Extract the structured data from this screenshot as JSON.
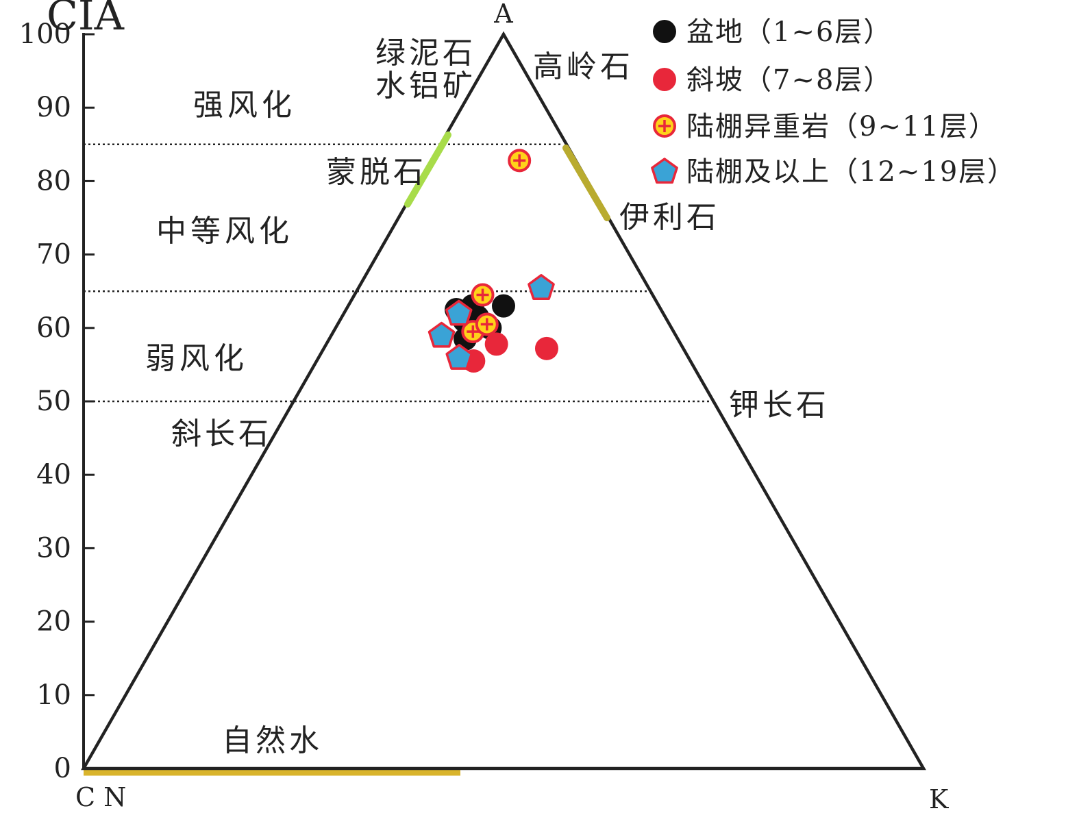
{
  "chart_data": {
    "type": "scatter",
    "subtype": "ternary-A-CN-K",
    "y_axis": {
      "title": "CIA",
      "ylim": [
        0,
        100
      ],
      "ticks": [
        0,
        10,
        20,
        30,
        40,
        50,
        60,
        70,
        80,
        90,
        100
      ]
    },
    "vertices": {
      "top": "A",
      "left": "C N",
      "right": "K"
    },
    "weathering_zones": [
      {
        "label": "强风化",
        "from": 85,
        "to": 100
      },
      {
        "label": "中等风化",
        "from": 65,
        "to": 85
      },
      {
        "label": "弱风化",
        "from": 50,
        "to": 65
      }
    ],
    "boundary_lines": [
      85,
      65,
      50
    ],
    "mineral_labels": [
      {
        "id": "chlorite",
        "text": "绿泥石"
      },
      {
        "id": "gibbsite",
        "text": "水铝矿"
      },
      {
        "id": "kaolinite",
        "text": "高岭石"
      },
      {
        "id": "montmorillonite",
        "text": "蒙脱石"
      },
      {
        "id": "illite",
        "text": "伊利石"
      },
      {
        "id": "k-feldspar",
        "text": "钾长石"
      },
      {
        "id": "plagioclase",
        "text": "斜长石"
      },
      {
        "id": "natural-water",
        "text": "自然水"
      }
    ],
    "series": [
      {
        "name": "盆地（1~6层）",
        "marker": "circle",
        "color": "#111111",
        "points": [
          {
            "k_frac": 0.35,
            "cia": 62.5
          },
          {
            "k_frac": 0.4,
            "cia": 63.0
          },
          {
            "k_frac": 0.38,
            "cia": 61.0
          },
          {
            "k_frac": 0.42,
            "cia": 61.5
          },
          {
            "k_frac": 0.39,
            "cia": 58.5
          },
          {
            "k_frac": 0.46,
            "cia": 60.0
          },
          {
            "k_frac": 0.5,
            "cia": 63.0
          }
        ]
      },
      {
        "name": "斜坡（7~8层）",
        "marker": "circle",
        "color": "#e8273a",
        "points": [
          {
            "k_frac": 0.48,
            "cia": 57.8
          },
          {
            "k_frac": 0.42,
            "cia": 55.5
          },
          {
            "k_frac": 0.62,
            "cia": 57.2
          }
        ]
      },
      {
        "name": "陆棚异重岩（9~11层）",
        "marker": "circle-plus",
        "color": "#ffd21a",
        "stroke": "#e8273a",
        "points": [
          {
            "k_frac": 0.61,
            "cia": 82.8
          },
          {
            "k_frac": 0.43,
            "cia": 64.5
          },
          {
            "k_frac": 0.41,
            "cia": 59.5
          },
          {
            "k_frac": 0.45,
            "cia": 60.5
          }
        ]
      },
      {
        "name": "陆棚及以上（12~19层）",
        "marker": "pentagon",
        "color": "#3aa3d6",
        "stroke": "#e8273a",
        "points": [
          {
            "k_frac": 0.36,
            "cia": 62.0
          },
          {
            "k_frac": 0.32,
            "cia": 59.0
          },
          {
            "k_frac": 0.38,
            "cia": 56.0
          },
          {
            "k_frac": 0.63,
            "cia": 65.5
          }
        ]
      }
    ],
    "colors": {
      "line": "#222222",
      "natural_water_bar": "#d9b42c",
      "illite_bar": "#b9ab2f",
      "montmorillonite_bar": "#a8dc4a"
    }
  }
}
